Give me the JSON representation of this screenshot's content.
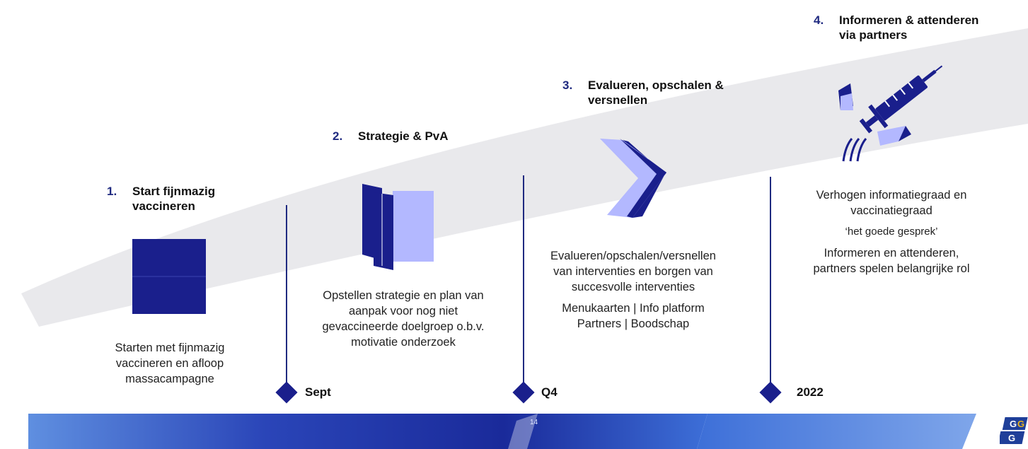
{
  "steps": [
    {
      "number": "1.",
      "title_lines": [
        "Start fijnmazig",
        "vaccineren"
      ],
      "description_lines": [
        "Starten met fijnmazig",
        "vaccineren en afloop",
        "massacampagne"
      ]
    },
    {
      "number": "2.",
      "title_lines": [
        "Strategie & PvA"
      ],
      "description_lines": [
        "Opstellen strategie en plan van",
        "aanpak voor nog niet",
        "gevaccineerde doelgroep o.b.v.",
        "motivatie onderzoek"
      ]
    },
    {
      "number": "3.",
      "title_lines": [
        "Evalueren, opschalen &",
        "versnellen"
      ],
      "description_lines": [
        "Evalueren/opschalen/versnellen",
        "van interventies en borgen van",
        "succesvolle interventies"
      ],
      "extra_lines": [
        "Menukaarten | Info platform",
        "Partners | Boodschap"
      ]
    },
    {
      "number": "4.",
      "title_lines": [
        "Informeren & attenderen",
        "via partners"
      ],
      "description_lines": [
        "Verhogen informatiegraad en",
        "vaccinatiegraad"
      ],
      "quote": "‘het goede gesprek’",
      "extra_lines": [
        "Informeren en attenderen,",
        "partners spelen belangrijke rol"
      ]
    }
  ],
  "milestones": [
    "Sept",
    "Q4",
    "2022"
  ],
  "footer": {
    "page_number": "14"
  },
  "icons": {
    "step1": "filled-square-icon",
    "step2": "folded-document-icon",
    "step3": "chevron-arrow-icon",
    "step4": "syringe-icon",
    "logo": "ggd-logo-icon"
  },
  "colors": {
    "accent": "#1a1f8c",
    "light": "#b3b8ff",
    "band": "#e9e9ec"
  }
}
